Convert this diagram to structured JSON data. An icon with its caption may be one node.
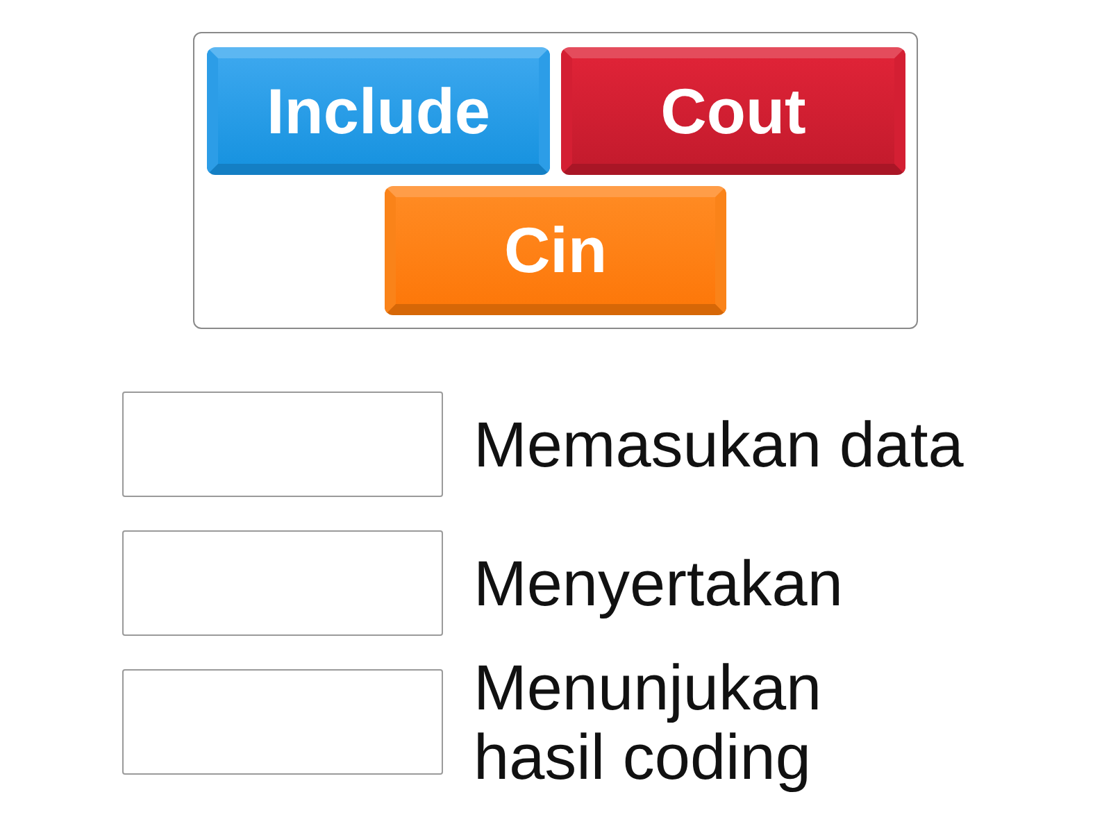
{
  "diagram": {
    "nodes": [
      {
        "text": [],
        "shape": "box"
      },
      {
        "text": [
          "Include"
        ],
        "in": 0
      },
      {
        "text": [
          "Cout"
        ],
        "in": 0
      },
      {
        "text": [
          "Cin"
        ],
        "in": 0
      },
      {
        "text": [],
        "shape": "box",
        "beside": [
          "Memasukan data"
        ]
      },
      {
        "text": [],
        "shape": "box",
        "beside": [
          "Menyertakan"
        ]
      },
      {
        "text": [],
        "shape": "box",
        "beside": [
          "Menunjukan hasil coding"
        ]
      }
    ]
  }
}
